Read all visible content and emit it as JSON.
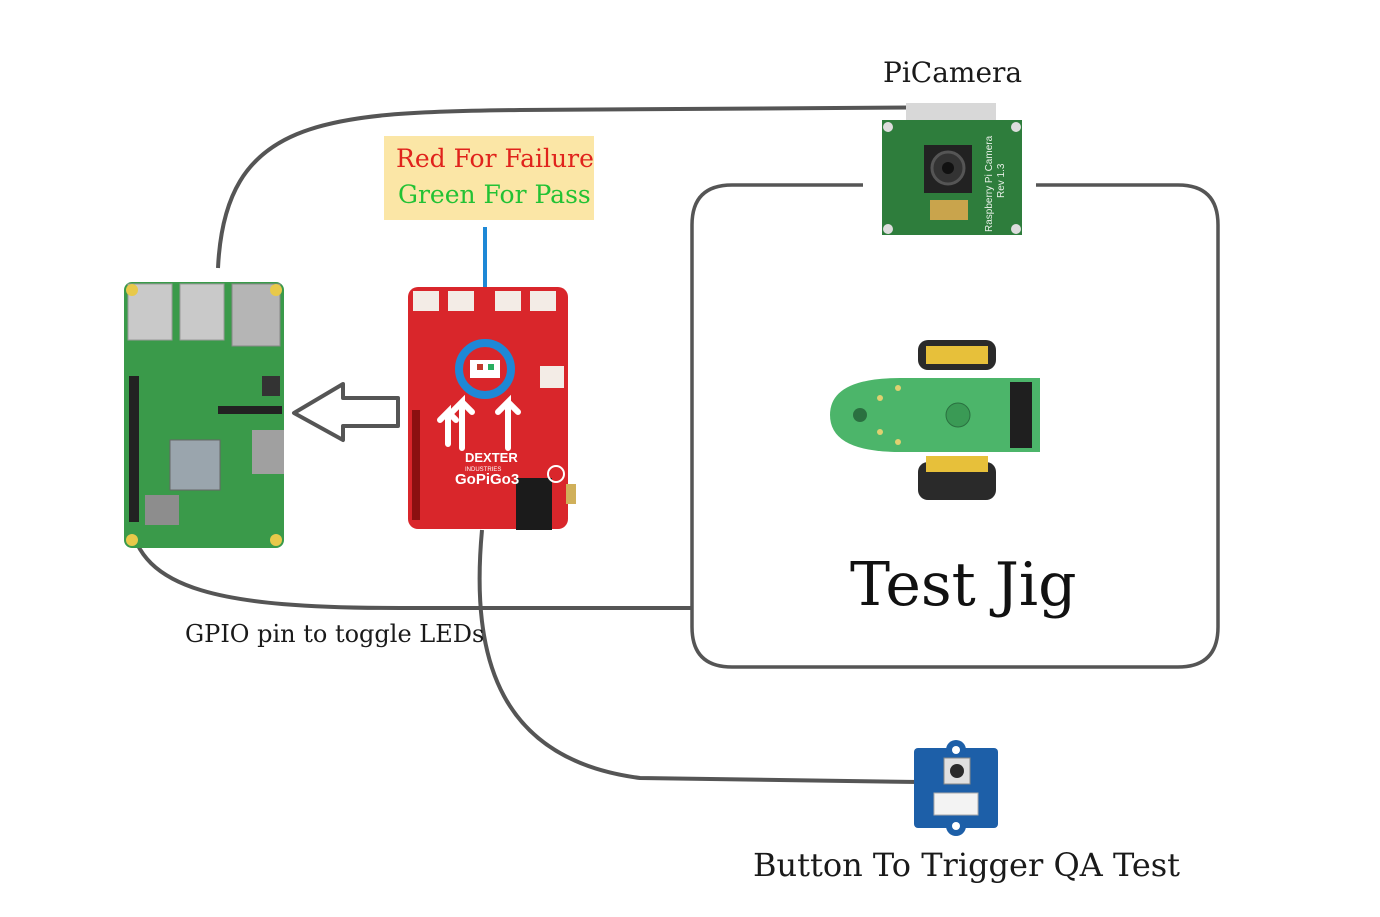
{
  "labels": {
    "picamera": "PiCamera",
    "gpio": "GPIO pin to toggle LEDs",
    "button": "Button To Trigger QA Test",
    "test_jig": "Test Jig",
    "legend_red": "Red For Failure",
    "legend_green": "Green For Pass"
  },
  "board_text": {
    "gopigo_brand": "DEXTER",
    "gopigo_sub": "INDUSTRIES",
    "gopigo_name": "GoPiGo3",
    "camera_line1": "Raspberry Pi Camera",
    "camera_line2": "Rev 1.3"
  },
  "colors": {
    "line": "#555555",
    "legend_bg": "#fbe6a6",
    "red_text": "#e0231c",
    "green_text": "#22c234",
    "led_ring": "#1e88d6",
    "gopigo_board": "#d9262b",
    "pi_board": "#3a9a4a",
    "camera_board": "#2e7d3c",
    "button_board": "#1d5fa8"
  }
}
